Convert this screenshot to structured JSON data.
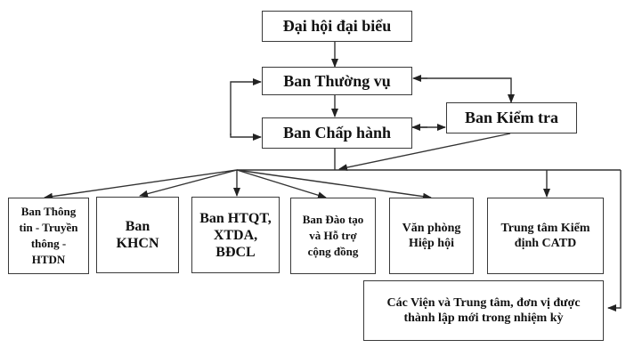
{
  "diagram": {
    "type": "organization-chart",
    "nodes": {
      "dai_hoi": "Đại hội đại biểu",
      "thuong_vu": "Ban Thường vụ",
      "chap_hanh": "Ban Chấp hành",
      "kiem_tra": "Ban Kiểm tra",
      "thong_tin": "Ban Thông tin - Truyền thông - HTDN",
      "khcn": "Ban KHCN",
      "htqt": "Ban HTQT, XTDA, BĐCL",
      "dao_tao": "Ban Đào tạo và Hỗ trợ cộng đồng",
      "van_phong": "Văn phòng Hiệp hội",
      "trung_tam": "Trung tâm Kiểm định CATD",
      "vien": "Các Viện và Trung tâm, đơn vị được thành lập mới trong nhiệm kỳ"
    },
    "edges": [
      {
        "from": "dai_hoi",
        "to": "thuong_vu"
      },
      {
        "from": "thuong_vu",
        "to": "chap_hanh"
      },
      {
        "from": "chap_hanh",
        "to": "thuong_vu",
        "note": "loop on left side"
      },
      {
        "from": "thuong_vu",
        "to": "kiem_tra",
        "bidirectional": true
      },
      {
        "from": "chap_hanh",
        "to": "kiem_tra",
        "bidirectional": true
      },
      {
        "from": "kiem_tra",
        "to": "chap_hanh",
        "note": "line into bus"
      },
      {
        "from": "chap_hanh",
        "to": "thong_tin"
      },
      {
        "from": "chap_hanh",
        "to": "khcn"
      },
      {
        "from": "chap_hanh",
        "to": "htqt"
      },
      {
        "from": "chap_hanh",
        "to": "dao_tao"
      },
      {
        "from": "chap_hanh",
        "to": "van_phong"
      },
      {
        "from": "chap_hanh",
        "to": "trung_tam"
      },
      {
        "from": "chap_hanh",
        "to": "vien"
      }
    ]
  },
  "labels": {
    "dai_hoi": "Đại hội đại biểu",
    "thuong_vu": "Ban Thường vụ",
    "chap_hanh": "Ban Chấp hành",
    "kiem_tra": "Ban Kiểm tra",
    "thong_tin": [
      "Ban Thông",
      "tin - Truyền",
      "thông -",
      "HTDN"
    ],
    "khcn": [
      "Ban",
      "KHCN"
    ],
    "htqt": [
      "Ban HTQT,",
      "XTDA,",
      "BĐCL"
    ],
    "dao_tao": [
      "Ban Đào tạo",
      "và Hỗ trợ",
      "cộng đồng"
    ],
    "van_phong": [
      "Văn phòng",
      "Hiệp hội"
    ],
    "trung_tam": [
      "Trung tâm Kiểm",
      "định CATD"
    ],
    "vien": [
      "Các Viện và Trung tâm, đơn vị được",
      "thành lập mới trong nhiệm kỳ"
    ]
  }
}
